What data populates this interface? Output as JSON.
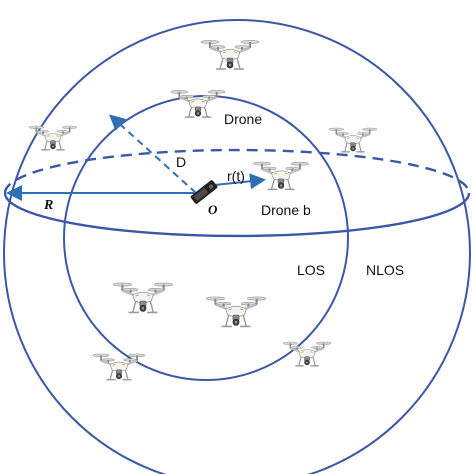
{
  "labels": {
    "drone": "Drone",
    "d": "D",
    "rt": "r(t)",
    "r": "R",
    "o": "O",
    "drone_b": "Drone b",
    "los": "LOS",
    "nlos": "NLOS"
  },
  "colors": {
    "circle": "#3b58a8",
    "arrow": "#2e6fb5",
    "drone_body": "#f4f4f4",
    "drone_outline": "#9a9a9a",
    "drone_dark": "#555555",
    "device": "#222222"
  },
  "icons": {
    "drone": "quadcopter-drone-icon",
    "device": "user-device-icon"
  }
}
